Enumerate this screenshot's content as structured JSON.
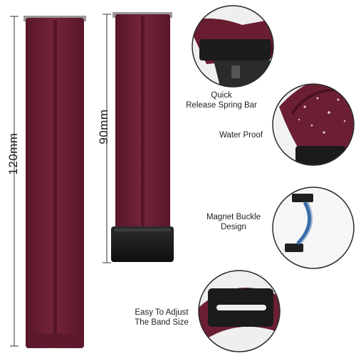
{
  "measurements": {
    "long_strap_length": "120mm",
    "short_strap_length": "90mm"
  },
  "features": [
    {
      "line1": "Quick",
      "line2": "Release Spring Bar",
      "icon": "spring-bar-detail"
    },
    {
      "line1": "Water Proof",
      "line2": "",
      "icon": "waterproof-detail"
    },
    {
      "line1": "Magnet Buckle",
      "line2": "Design",
      "icon": "magnet-buckle-detail"
    },
    {
      "line1": "Easy To Adjust",
      "line2": "The Band Size",
      "icon": "adjust-detail"
    }
  ],
  "colors": {
    "strap": "#6c1f33",
    "strap_dark": "#4c1121",
    "buckle": "#1a1a1a",
    "background": "#ffffff"
  }
}
